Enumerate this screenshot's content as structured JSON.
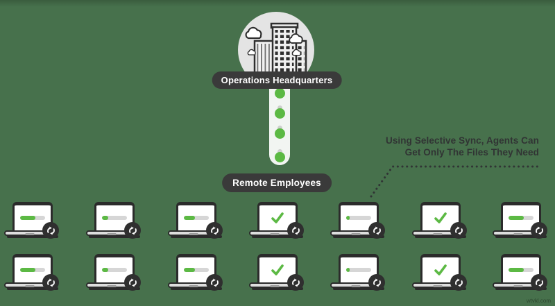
{
  "colors": {
    "background": "#47714c",
    "accent_green": "#5cb944",
    "dark": "#333333",
    "pill_background": "#3a3a3a",
    "circle_background": "#e4e4e4"
  },
  "headquarters": {
    "label": "Operations Headquarters"
  },
  "remote_employees": {
    "label": "Remote Employees"
  },
  "annotation": {
    "line1": "Using Selective Sync, Agents Can",
    "line2": "Get Only The Files They Need"
  },
  "sync_flow": {
    "dot_count": 4
  },
  "laptop_grid": {
    "rows": [
      {
        "laptops": [
          {
            "status": "syncing",
            "progress_percent": 60
          },
          {
            "status": "syncing",
            "progress_percent": 25
          },
          {
            "status": "syncing",
            "progress_percent": 45
          },
          {
            "status": "synced"
          },
          {
            "status": "syncing",
            "progress_percent": 15
          },
          {
            "status": "synced"
          },
          {
            "status": "syncing",
            "progress_percent": 60
          }
        ]
      },
      {
        "laptops": [
          {
            "status": "syncing",
            "progress_percent": 60
          },
          {
            "status": "syncing",
            "progress_percent": 25
          },
          {
            "status": "syncing",
            "progress_percent": 45
          },
          {
            "status": "synced"
          },
          {
            "status": "syncing",
            "progress_percent": 15
          },
          {
            "status": "synced"
          },
          {
            "status": "syncing",
            "progress_percent": 60
          }
        ]
      }
    ]
  },
  "watermark": "wtvkl.com"
}
